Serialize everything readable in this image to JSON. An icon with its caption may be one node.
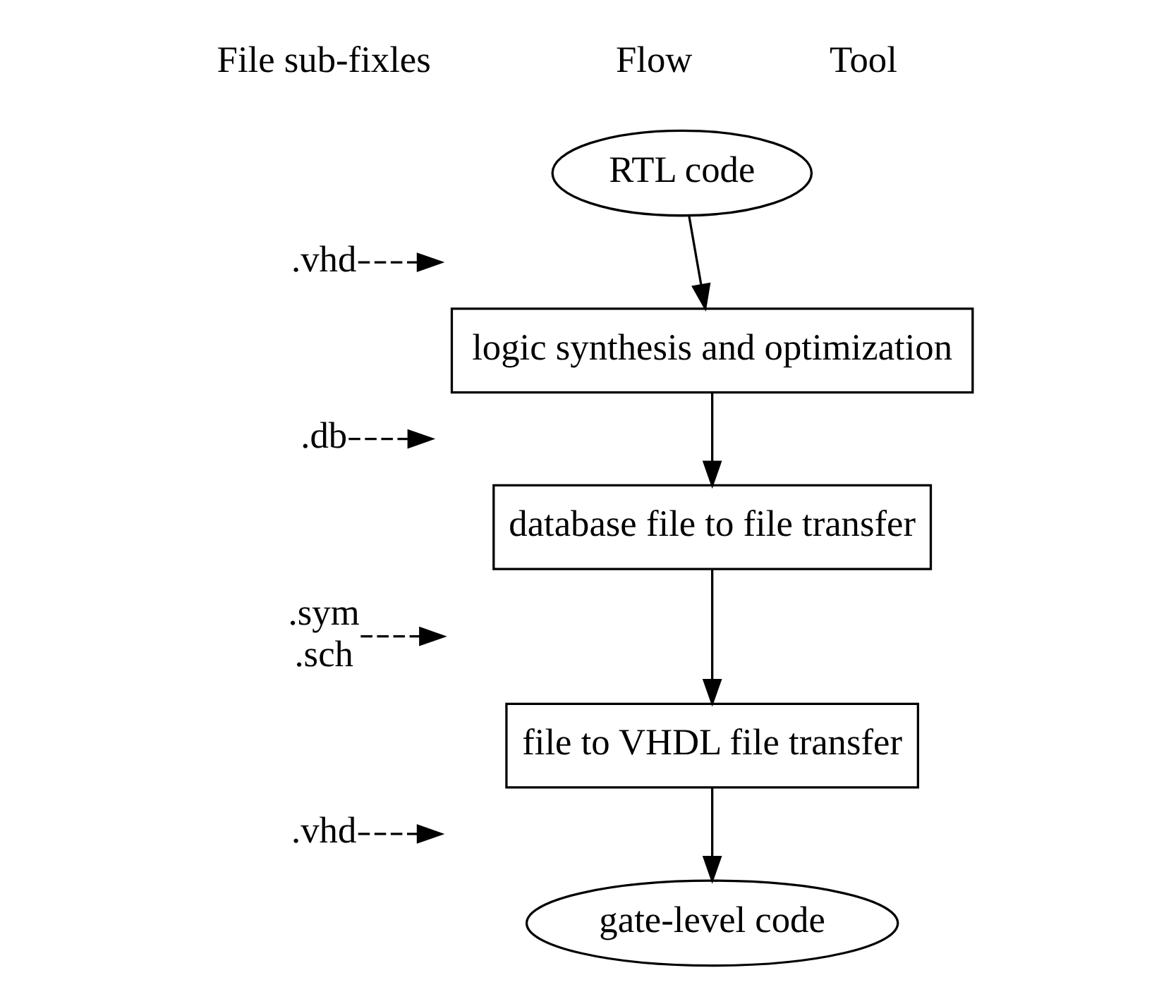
{
  "diagram": {
    "nodes": [
      {
        "text": [
          "RTL code"
        ]
      },
      {
        "text": [
          "logic synthesis and optimization"
        ]
      },
      {
        "text": [
          "database file to file transfer"
        ]
      },
      {
        "text": [
          "file to VHDL file transfer"
        ]
      },
      {
        "text": [
          "gate-level code"
        ]
      },
      {
        "text": [
          ".vhd"
        ]
      },
      {
        "text": [
          ".db"
        ]
      },
      {
        "text": [
          ".sym",
          ".sch"
        ]
      },
      {
        "text": [
          ".vhd"
        ]
      }
    ],
    "edges": [
      {
        "from": 0,
        "to": 1,
        "arrow": "to"
      },
      {
        "from": 1,
        "to": 2,
        "arrow": "to"
      },
      {
        "from": 2,
        "to": 3,
        "arrow": "to"
      },
      {
        "from": 3,
        "to": 4,
        "arrow": "to"
      },
      {
        "from": 5,
        "to": null,
        "arrow": "to",
        "style": "dashed"
      },
      {
        "from": 6,
        "to": null,
        "arrow": "to",
        "style": "dashed"
      },
      {
        "from": 7,
        "to": null,
        "arrow": "to",
        "style": "dashed"
      },
      {
        "from": 8,
        "to": null,
        "arrow": "to",
        "style": "dashed"
      }
    ],
    "labels": [
      "File sub-fixles",
      "Flow",
      "Tool"
    ]
  }
}
